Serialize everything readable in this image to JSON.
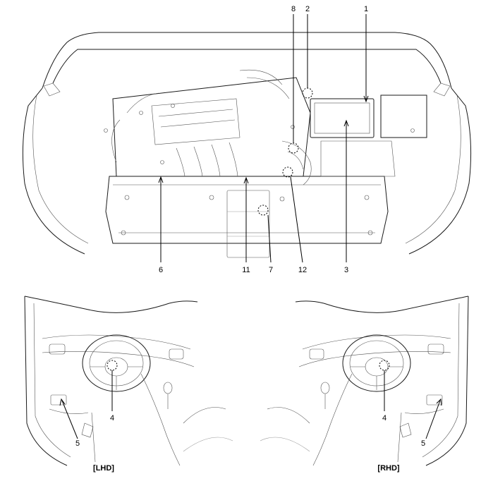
{
  "callouts": {
    "c1": "1",
    "c2": "2",
    "c3": "3",
    "c4_lhd": "4",
    "c4_rhd": "4",
    "c5_lhd": "5",
    "c5_rhd": "5",
    "c6": "6",
    "c7": "7",
    "c8": "8",
    "c11": "11",
    "c12": "12"
  },
  "captions": {
    "lhd": "[LHD]",
    "rhd": "[RHD]"
  },
  "colors": {
    "ink": "#1a1a1a",
    "background": "#ffffff"
  }
}
